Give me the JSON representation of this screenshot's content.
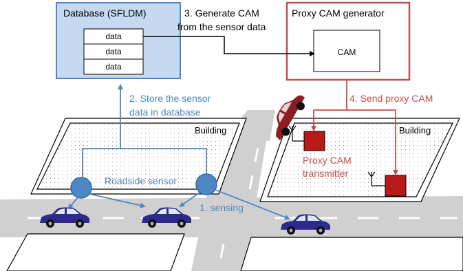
{
  "database": {
    "title": "Database (SFLDM)",
    "rows": [
      "data",
      "data",
      "data"
    ]
  },
  "proxy_generator": {
    "title": "Proxy CAM generator",
    "cam_label": "CAM"
  },
  "steps": {
    "generate_line1": "3. Generate CAM",
    "generate_line2": "from the sensor data",
    "store_line1": "2. Store the sensor",
    "store_line2": "data in database",
    "send": "4. Send  proxy CAM",
    "sensing": "1. sensing"
  },
  "buildings": {
    "left": "Building",
    "right": "Building"
  },
  "labels": {
    "roadside_sensor": "Roadside sensor",
    "transmitter_line1": "Proxy CAM",
    "transmitter_line2": "transmitter"
  },
  "colors": {
    "blue": "#4e86c3",
    "red": "#c0504d",
    "dark_red": "#b81a1a",
    "road": "#d0d0d0",
    "db_fill": "#c6d9f1",
    "car": "#2e2a8c"
  }
}
